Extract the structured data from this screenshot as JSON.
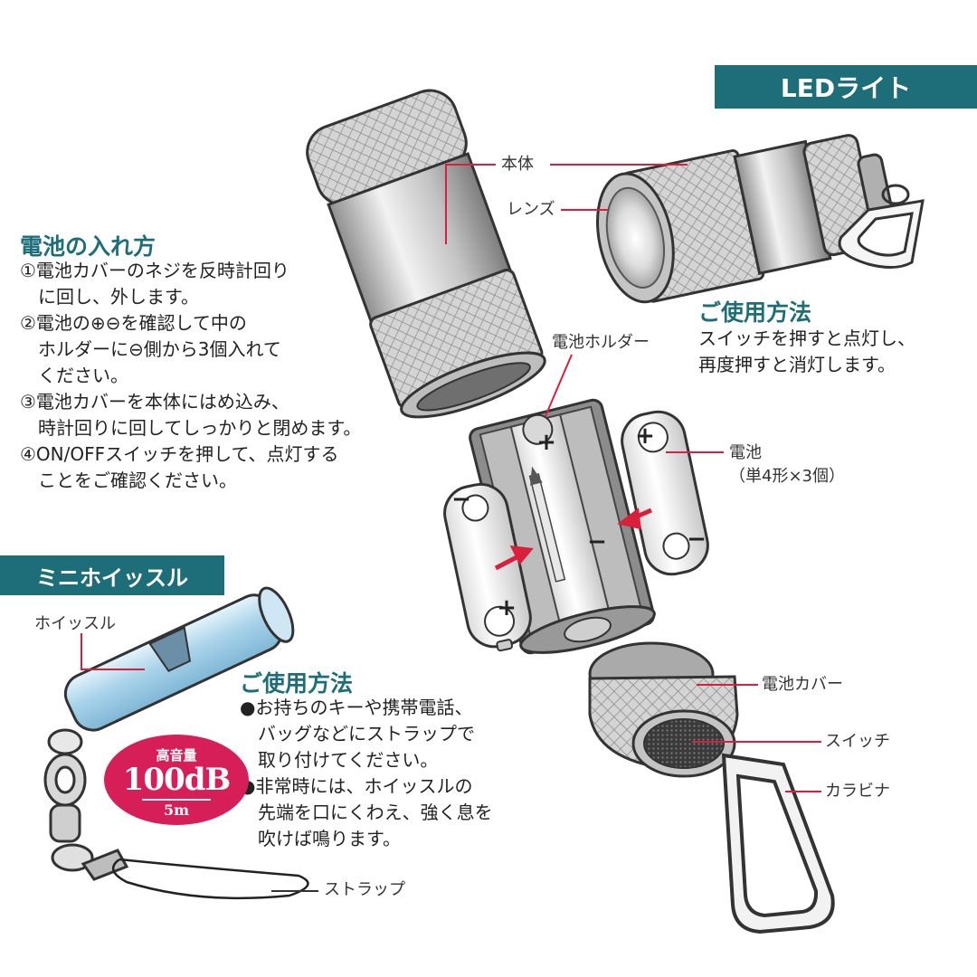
{
  "banners": {
    "led_light": "LEDライト",
    "mini_whistle": "ミニホイッスル"
  },
  "battery_section": {
    "title": "電池の入れ方",
    "lines": [
      "①電池カバーのネジを反時計回り",
      "　に回し、外します。",
      "②電池の⊕⊖を確認して中の",
      "　ホルダーに⊖側から3個入れて",
      "　ください。",
      "③電池カバーを本体にはめ込み、",
      "　時計回りに回してしっかりと閉めます。",
      "④ON/OFFスイッチを押して、点灯する",
      "　ことをご確認ください。"
    ]
  },
  "led_usage": {
    "title": "ご使用方法",
    "lines": [
      "スイッチを押すと点灯し、",
      "再度押すと消灯します。"
    ]
  },
  "whistle_usage": {
    "title": "ご使用方法",
    "lines": [
      "●お持ちのキーや携帯電話、",
      "　バッグなどにストラップで",
      "　取り付けてください。",
      "●非常時には、ホイッスルの",
      "　先端を口にくわえ、強く息を",
      "　吹けば鳴ります。"
    ]
  },
  "labels": {
    "body": "本体",
    "lens": "レンズ",
    "battery_holder": "電池ホルダー",
    "battery": "電池",
    "battery_spec": "（単4形×3個）",
    "battery_cover": "電池カバー",
    "switch": "スイッチ",
    "carabiner": "カラビナ",
    "whistle": "ホイッスル",
    "strap": "ストラップ"
  },
  "badge": {
    "top": "高音量",
    "value": "100dB",
    "distance": "5m"
  },
  "battery_marks": {
    "plus": "+",
    "minus": "−"
  },
  "colors": {
    "banner_bg": "#1d6e78",
    "heading": "#1d6e78",
    "leader_line": "#d81f3c",
    "badge_bg": "#d61f59",
    "metal": "#c9c9c9",
    "whistle_blue": "#a9d3ea"
  }
}
